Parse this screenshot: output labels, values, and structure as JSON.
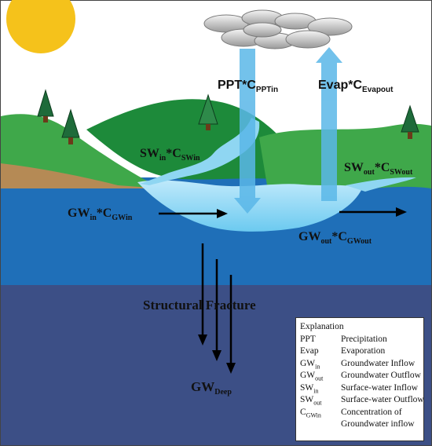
{
  "labels": {
    "ppt": {
      "main": "PPT*C",
      "sub": "PPTin"
    },
    "evap": {
      "main": "Evap*C",
      "sub": "Evapout"
    },
    "sw_in": {
      "main1": "SW",
      "sub1": "in",
      "main2": "*C",
      "sub2": "SWin"
    },
    "sw_out": {
      "main1": "SW",
      "sub1": "out",
      "main2": "*C",
      "sub2": "SWout"
    },
    "gw_in": {
      "main1": "GW",
      "sub1": "in",
      "main2": "*C",
      "sub2": "GWin"
    },
    "gw_out": {
      "main1": "GW",
      "sub1": "out",
      "main2": "*C",
      "sub2": "GWout"
    },
    "fracture": "Structural Fracture",
    "gw_deep": {
      "main": "GW",
      "sub": "Deep"
    }
  },
  "legend": {
    "title": "Explanation",
    "items": [
      {
        "abbr": "PPT",
        "abbr_sub": "",
        "desc": "Precipitation"
      },
      {
        "abbr": "Evap",
        "abbr_sub": "",
        "desc": "Evaporation"
      },
      {
        "abbr": "GW",
        "abbr_sub": "in",
        "desc": "Groundwater Inflow"
      },
      {
        "abbr": "GW",
        "abbr_sub": "out",
        "desc": "Groundwater Outflow"
      },
      {
        "abbr": "SW",
        "abbr_sub": "in",
        "desc": "Surface-water Inflow"
      },
      {
        "abbr": "SW",
        "abbr_sub": "out",
        "desc": "Surface-water Outflow"
      },
      {
        "abbr": "C",
        "abbr_sub": "GWin",
        "desc": "Concentration of"
      }
    ],
    "continuation": "Groundwater inflow"
  },
  "colors": {
    "sky": "#ffffff",
    "sun": "#f5c21b",
    "hill_light": "#3fa84a",
    "hill_dark": "#1d8a3a",
    "lake": "#8fd6f2",
    "shallow_water": "#1f6fb8",
    "deep_layer": "#3c4f86",
    "arrow_blue": "#5ab7e8",
    "soil": "#b58a55",
    "tree": "#1e6b3a"
  }
}
